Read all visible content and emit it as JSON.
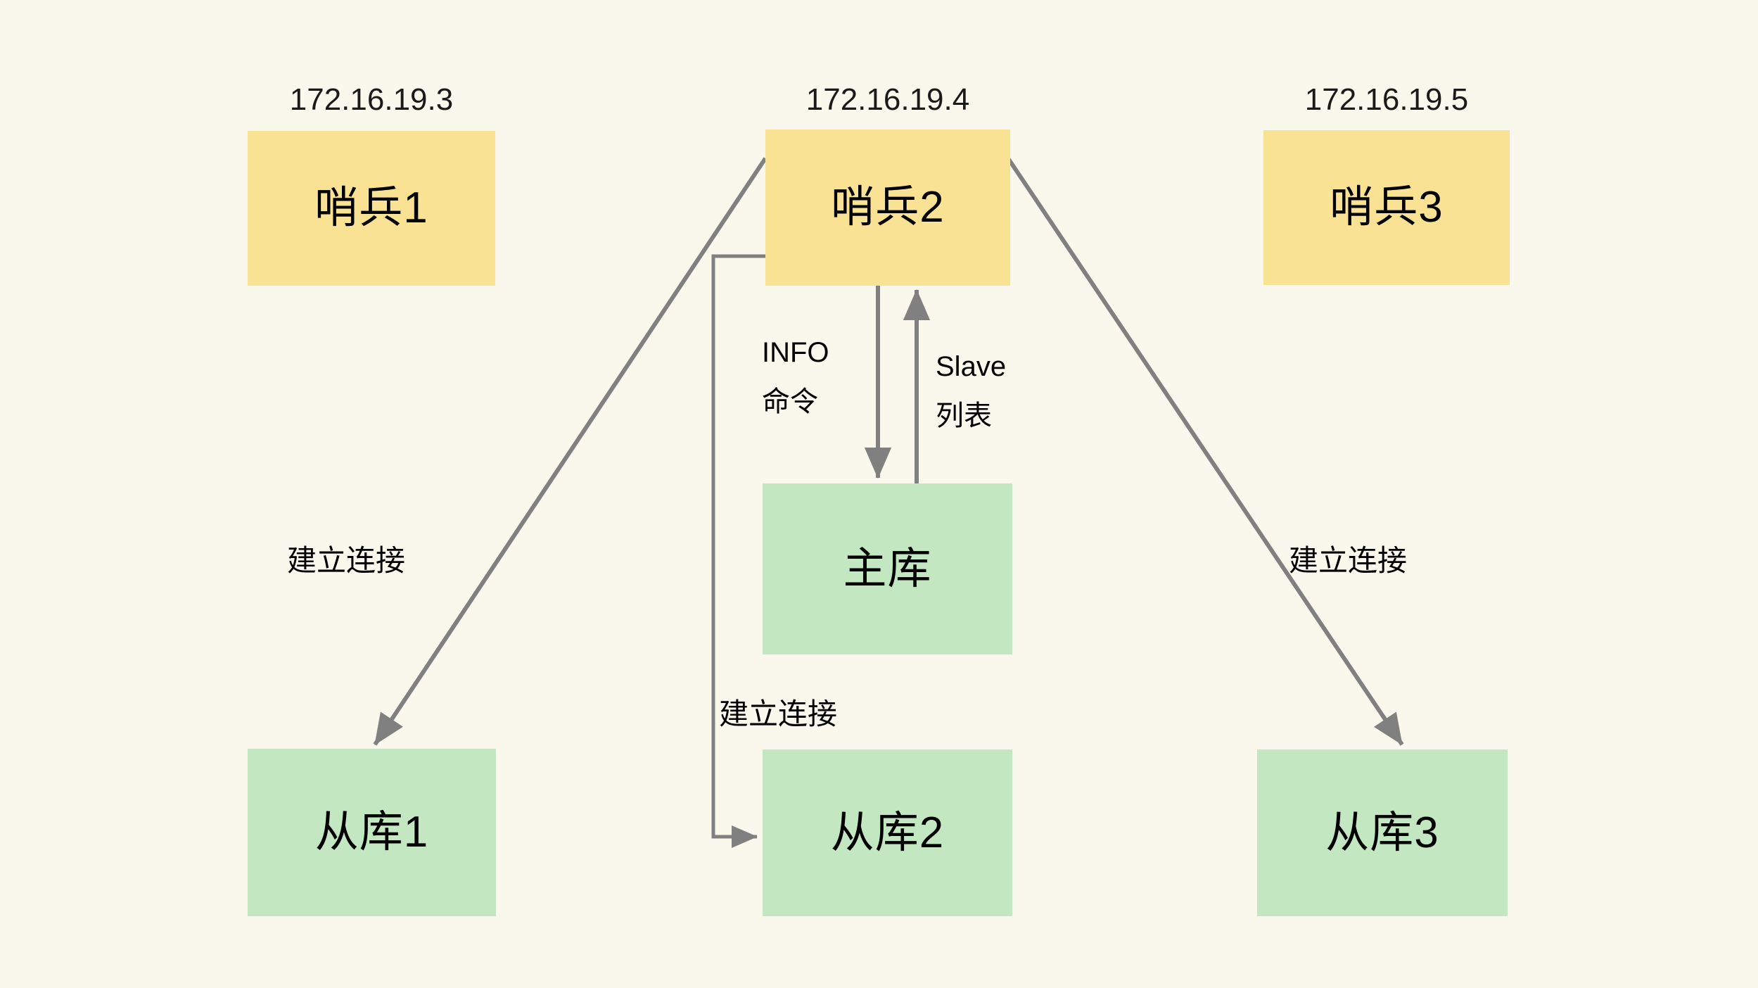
{
  "diagram": {
    "title": "Redis Sentinel cluster topology",
    "background_color": "#FAF7EC",
    "sentinel_color": "#FAE294",
    "database_color": "#C3E7C1",
    "wire_color": "#808080",
    "text_color": "#000000"
  },
  "sentinels": [
    {
      "id": "sentinel-1",
      "label": "哨兵1",
      "ip": "172.16.19.3"
    },
    {
      "id": "sentinel-2",
      "label": "哨兵2",
      "ip": "172.16.19.4"
    },
    {
      "id": "sentinel-3",
      "label": "哨兵3",
      "ip": "172.16.19.5"
    }
  ],
  "databases": [
    {
      "id": "master",
      "label": "主库"
    },
    {
      "id": "replica-1",
      "label": "从库1"
    },
    {
      "id": "replica-2",
      "label": "从库2"
    },
    {
      "id": "replica-3",
      "label": "从库3"
    }
  ],
  "edge_labels": {
    "info_command_line1": "INFO",
    "info_command_line2": "命令",
    "slave_list_line1": "Slave",
    "slave_list_line2": "列表",
    "connect_left": "建立连接",
    "connect_middle": "建立连接",
    "connect_right": "建立连接"
  }
}
